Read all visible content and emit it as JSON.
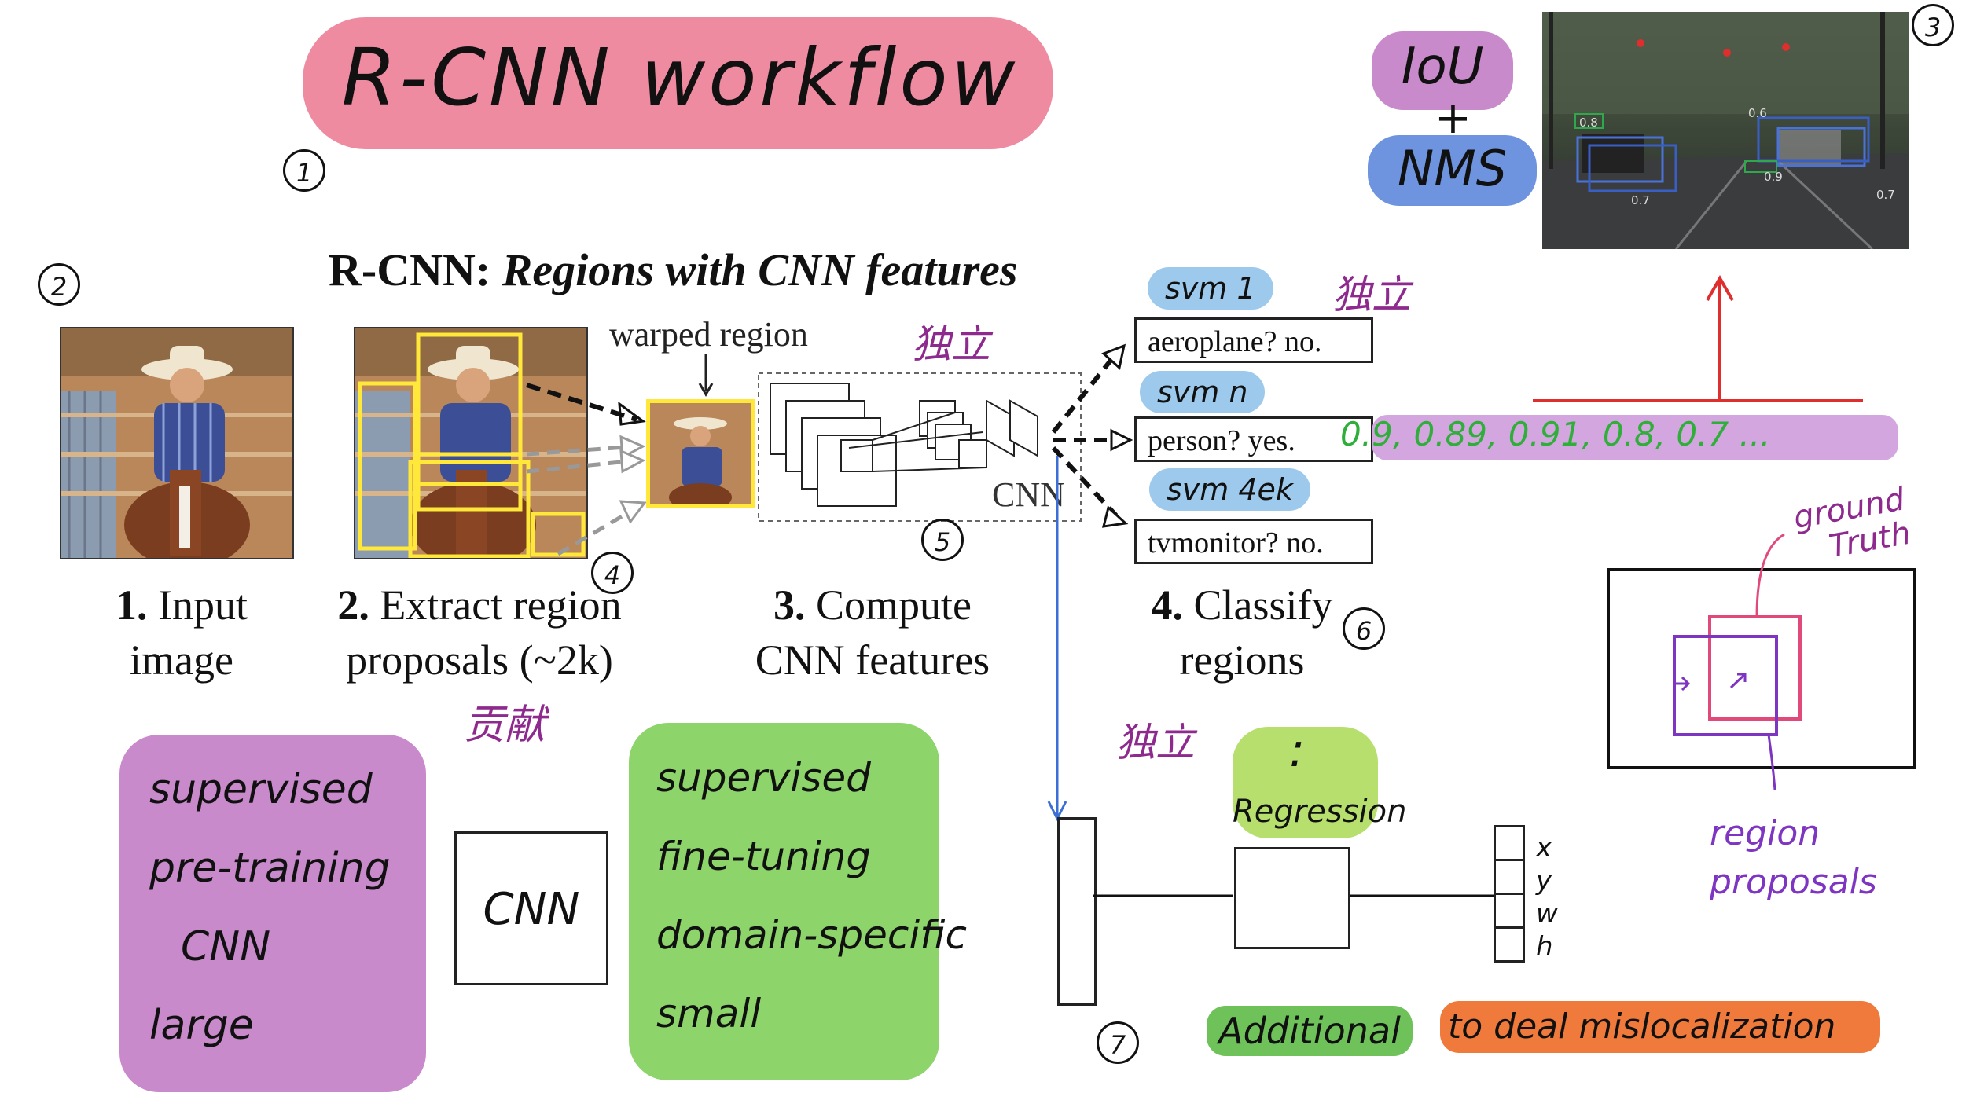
{
  "title": "R-CNN workflow",
  "heading": {
    "bold": "R-CNN:",
    "italic": "Regions with CNN features"
  },
  "markers": {
    "m1": "1",
    "m2": "2",
    "m3": "3",
    "m4": "4",
    "m5": "5",
    "m6": "6",
    "m7": "7"
  },
  "warped_label": "warped region",
  "cnn_label": "CNN",
  "steps": {
    "s1_num": "1.",
    "s1_a": "Input",
    "s1_b": "image",
    "s2_num": "2.",
    "s2_a": "Extract region",
    "s2_b": "proposals (~2k)",
    "s3_num": "3.",
    "s3_a": "Compute",
    "s3_b": "CNN features",
    "s4_num": "4.",
    "s4_a": "Classify",
    "s4_b": "regions"
  },
  "classes": [
    "aeroplane? no.",
    "person? yes.",
    "tvmonitor? no."
  ],
  "svm_labels": [
    "svm 1",
    "svm n",
    "svm 4ek"
  ],
  "svm_dots": ":",
  "scores": "0.9, 0.89, 0.91, 0.8, 0.7 ...",
  "duli_1": "独立",
  "duli_2": "独立",
  "duli_3": "独立",
  "gongxian": "贡献",
  "iou": "IoU",
  "plus": "+",
  "nms": "NMS",
  "detect_scores": [
    "0.8",
    "0.6",
    "0.7",
    "0.9",
    "0.7"
  ],
  "ground_truth_a": "ground",
  "ground_truth_b": "Truth",
  "region_proposals_a": "region",
  "region_proposals_b": "proposals",
  "pretrain_lines": [
    "supervised",
    "pre-training",
    "CNN",
    "large"
  ],
  "cnn_box": "CNN",
  "finetune_lines": [
    "supervised",
    "fine-tuning",
    "domain-specific",
    "small"
  ],
  "regression": "Regression",
  "reg_dots": ":",
  "outputs": [
    "x",
    "y",
    "w",
    "h"
  ],
  "additional": "Additional",
  "deal": "to deal mislocalization",
  "colors": {
    "pink": "#ef8ba0",
    "purple": "#c98acb",
    "blue": "#6e94e0",
    "green": "#8dd46a",
    "orange": "#ef7a3c",
    "svm_blue": "#9cc9ec",
    "red": "#e02d2d",
    "box_purple": "#7e35c2",
    "box_pink": "#e0497a"
  }
}
